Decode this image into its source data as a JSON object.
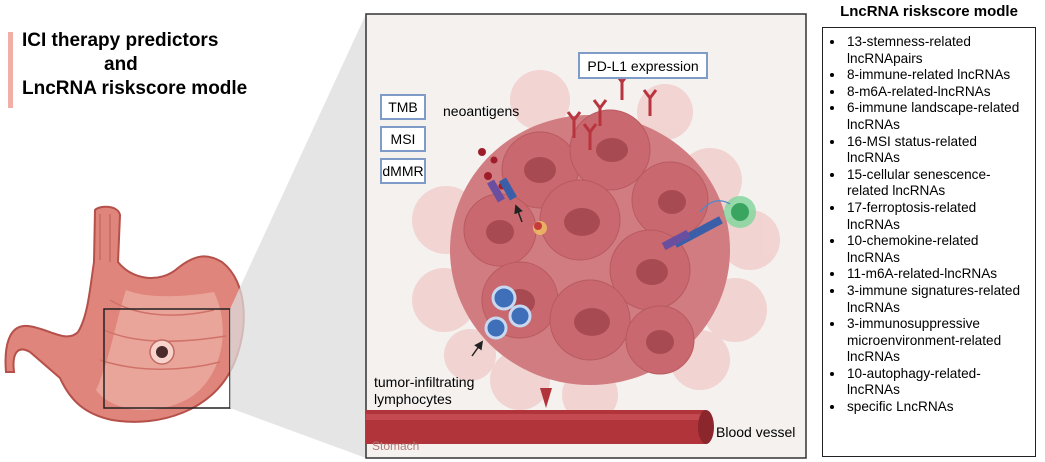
{
  "title": {
    "line1": "ICI therapy predictors",
    "line2": "and",
    "line3": "LncRNA riskscore modle"
  },
  "diagram": {
    "biomarkers": [
      "TMB",
      "MSI",
      "dMMR"
    ],
    "pdl1_label": "PD-L1 expression",
    "neoantigens_label": "neoantigens",
    "til_label_line1": "tumor-infiltrating",
    "til_label_line2": "lymphocytes",
    "blood_vessel_label": "Blood vessel",
    "stomach_label": "Stomach"
  },
  "panel": {
    "title": "LncRNA riskscore modle",
    "items": [
      "13-stemness-related lncRNApairs",
      "8-immune-related lncRNAs",
      "8-m6A-related-lncRNAs",
      "6-immune landscape-related lncRNAs",
      "16-MSI status-related lncRNAs",
      "15-cellular senescence-related lncRNAs",
      "17-ferroptosis-related lncRNAs",
      "10-chemokine-related lncRNAs",
      "11-m6A-related-lncRNAs",
      "3-immune signatures-related lncRNAs",
      "3-immunosuppressive microenvironment-related lncRNAs",
      "10-autophagy-related-lncRNAs",
      "specific LncRNAs"
    ]
  },
  "colors": {
    "tumor": "#c9686e",
    "tumor_light": "#f1cfcc",
    "vessel": "#b0343a",
    "stomach": "#e0857b",
    "box_border": "#7f9cc9",
    "lymphocyte": "#3f6fb8"
  }
}
